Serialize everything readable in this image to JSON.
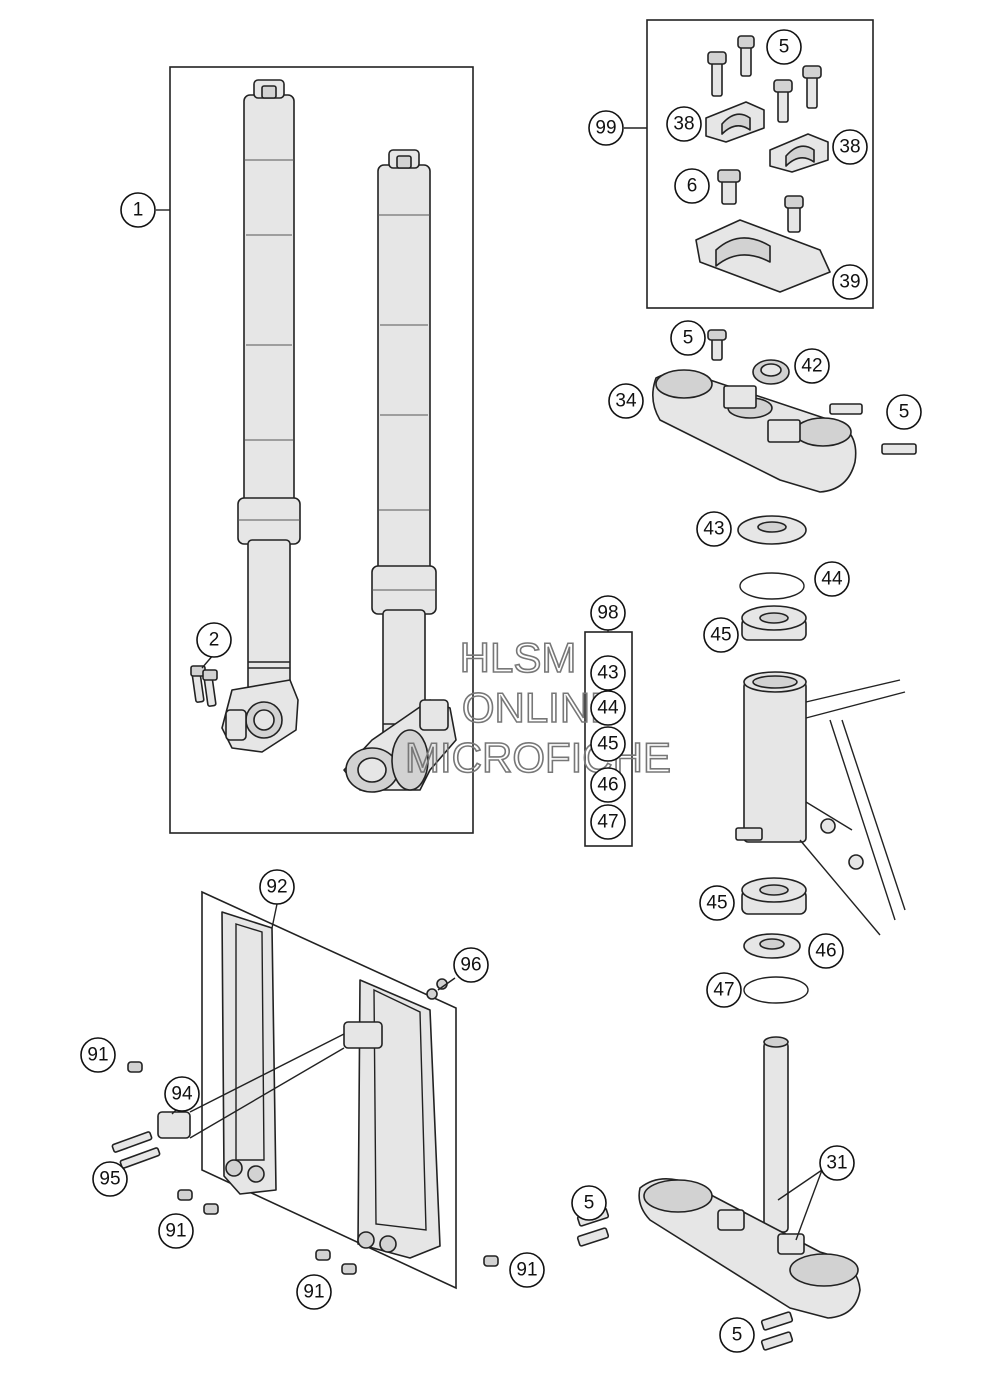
{
  "watermark": {
    "line1": "HLSM",
    "line2": "ONLINE",
    "line3": "MICROFICHE"
  },
  "callouts": {
    "c1": "1",
    "c2": "2",
    "c5a": "5",
    "c38a": "38",
    "c38b": "38",
    "c99": "99",
    "c6": "6",
    "c39": "39",
    "c5b": "5",
    "c42": "42",
    "c34": "34",
    "c5c": "5",
    "c43": "43",
    "c44": "44",
    "c45a": "45",
    "c98": "98",
    "k43": "43",
    "k44": "44",
    "k45": "45",
    "k46": "46",
    "k47": "47",
    "c45b": "45",
    "c46": "46",
    "c47": "47",
    "c92": "92",
    "c96": "96",
    "c91a": "91",
    "c94": "94",
    "c95": "95",
    "c91b": "91",
    "c91c": "91",
    "c91d": "91",
    "c31": "31",
    "c5d": "5",
    "c5e": "5"
  }
}
